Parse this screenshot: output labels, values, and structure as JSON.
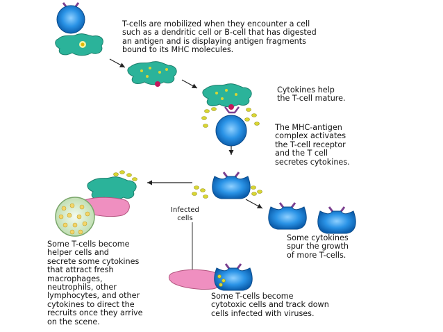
{
  "captions": {
    "mobilized": "T-cells are mobilized when they encounter a cell\nsuch as a dendritic cell or B-cell that has digested\nan antigen and is displaying antigen fragments\nbound to its MHC molecules.",
    "cytokines_help": "Cytokines help\nthe T-cell mature.",
    "mhc_complex": "The MHC-antigen\ncomplex activates\nthe T-cell receptor\nand the T cell\nsecretes cytokines.",
    "infected_cells": "Infected\ncells",
    "spur_growth": "Some cytokines\nspur the growth\nof more T-cells.",
    "helper_cells": "Some T-cells become\nhelper cells and\nsecrete some cytokines\nthat attract fresh\nmacrophages,\nneutrophils, other\nlymphocytes, and other\ncytokines to direct the\nrecruits once they arrive\non the scene.",
    "cytotoxic_cells": "Some T-cells become\ncytotoxic cells and track down\ncells infected with viruses."
  },
  "colors": {
    "t_cell": "#1a7fd6",
    "t_cell_light": "#8fd0ff",
    "dendritic_cell": "#2bb39a",
    "antigen_dot": "#d9d633",
    "receptor": "#7b3f8f",
    "infected_cell": "#ef8fc0",
    "macrophage": "#cfe7c6",
    "arrow": "#222222"
  },
  "icons": [
    "t-cell-icon",
    "dendritic-cell-icon",
    "cytokine-icon",
    "infected-cell-icon",
    "macrophage-icon"
  ]
}
